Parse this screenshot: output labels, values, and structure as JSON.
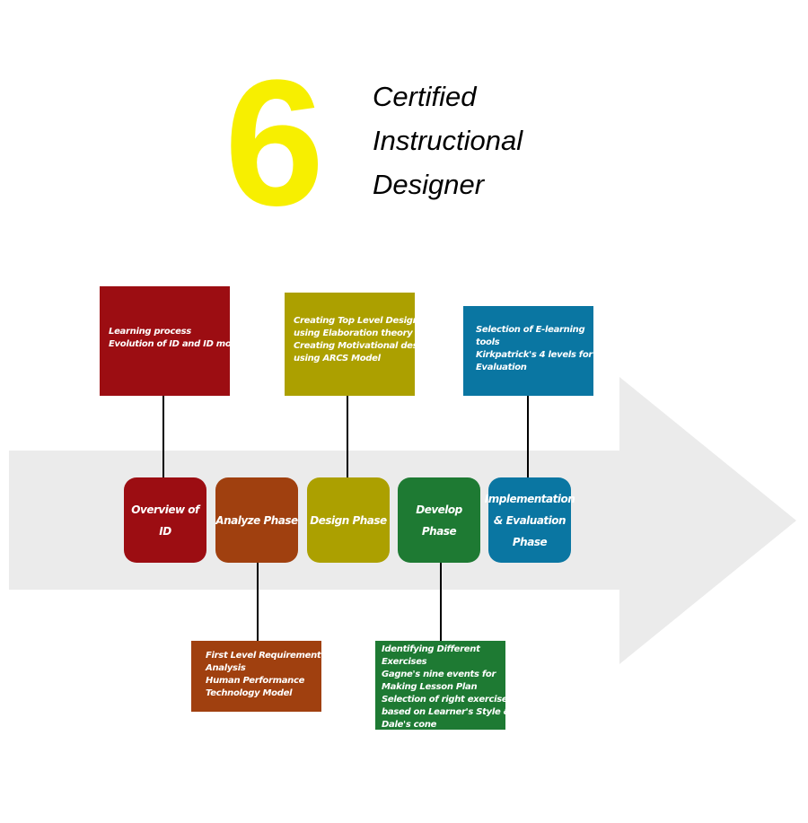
{
  "title": {
    "number": "6",
    "lines": [
      "Certified",
      "Instructional",
      "Designer"
    ]
  },
  "colors": {
    "red": "#9c0d12",
    "orange": "#a0400f",
    "olive": "#aca000",
    "green": "#1e7a33",
    "blue": "#0a76a2",
    "yellow": "#f7ef00",
    "arrow": "#ebebeb"
  },
  "phases": [
    {
      "label": "Overview of ID"
    },
    {
      "label": "Analyze Phase"
    },
    {
      "label": "Design Phase"
    },
    {
      "label": "Develop Phase"
    },
    {
      "label": "Implementation & Evaluation Phase"
    }
  ],
  "details": {
    "overview": [
      "Learning process",
      "Evolution of ID and ID models"
    ],
    "design": [
      "Creating Top Level Design",
      "using Elaboration theory",
      "Creating Motivational design",
      "using ARCS Model"
    ],
    "implementation": [
      "Selection of E-learning",
      "tools",
      "Kirkpatrick's 4 levels for",
      "Evaluation"
    ],
    "analyze": [
      "First Level Requirement",
      "Analysis",
      "Human Performance",
      "Technology Model"
    ],
    "develop": [
      "Identifying Different",
      "Exercises",
      "Gagne's nine events for",
      "Making Lesson Plan",
      "Selection of right exercises",
      "based on Learner's Style &",
      "Dale's cone"
    ]
  }
}
